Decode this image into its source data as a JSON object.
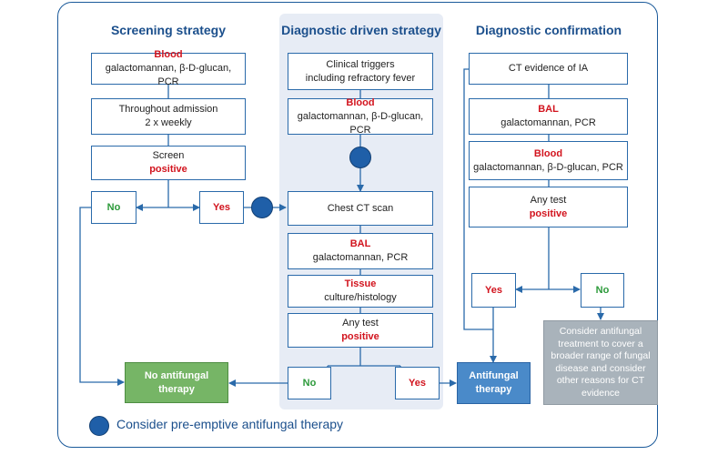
{
  "headings": {
    "screening": "Screening strategy",
    "diagnostic": "Diagnostic driven strategy",
    "confirmation": "Diagnostic confirmation"
  },
  "screening": {
    "blood_title": "Blood",
    "blood_tests": "galactomannan, β-D-glucan, PCR",
    "admission_line1": "Throughout admission",
    "admission_line2": "2 x weekly",
    "screen_label": "Screen",
    "screen_positive": "positive",
    "no": "No",
    "yes": "Yes"
  },
  "diagnostic": {
    "triggers_line1": "Clinical triggers",
    "triggers_line2": "including refractory fever",
    "blood_title": "Blood",
    "blood_tests": "galactomannan, β-D-glucan, PCR",
    "ct_scan": "Chest CT scan",
    "bal_title": "BAL",
    "bal_tests": "galactomannan, PCR",
    "tissue_title": "Tissue",
    "tissue_tests": "culture/histology",
    "anytest_label": "Any test",
    "anytest_positive": "positive",
    "no": "No",
    "yes": "Yes"
  },
  "confirmation": {
    "ct_evidence": "CT evidence of IA",
    "bal_title": "BAL",
    "bal_tests": "galactomannan, PCR",
    "blood_title": "Blood",
    "blood_tests": "galactomannan, β-D-glucan, PCR",
    "anytest_label": "Any test",
    "anytest_positive": "positive",
    "yes": "Yes",
    "no": "No",
    "consider_text": "Consider antifungal treatment to cover a broader range of fungal disease and consider other reasons for CT evidence"
  },
  "outcomes": {
    "no_therapy_line1": "No antifungal",
    "no_therapy_line2": "therapy",
    "therapy_line1": "Antifungal",
    "therapy_line2": "therapy"
  },
  "legend": {
    "text": "Consider pre-emptive antifungal therapy"
  },
  "colors": {
    "frame": "#1b5a9a",
    "heading": "#1b4f8c",
    "positive_red": "#d2141e",
    "yes_no_green": "#2c9a3a",
    "no_therapy_green": "#76b566",
    "therapy_blue": "#4a8ac9",
    "consider_gray": "#a9b3bb",
    "dot": "#1f5fa8"
  }
}
